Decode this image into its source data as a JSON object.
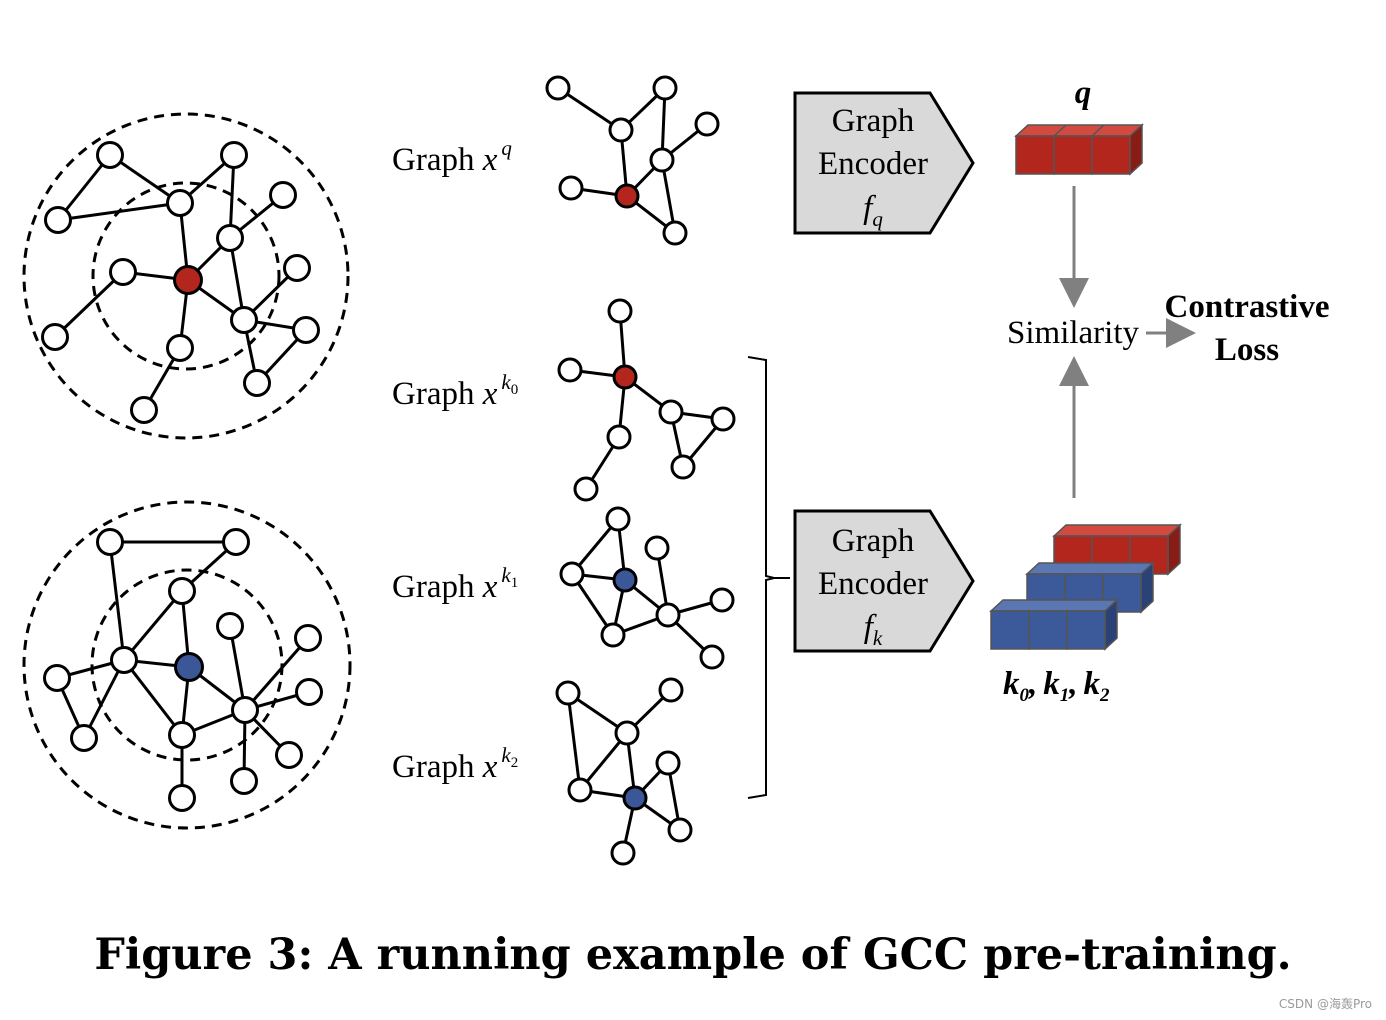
{
  "colors": {
    "query_node": "#b3261e",
    "key_node": "#3b5797",
    "query_embed": "#b3261e",
    "key_embed": "#3c5a9a",
    "encoder_fill": "#d9d9d9",
    "arrow": "#808080"
  },
  "graph_labels": {
    "prefix": "Graph",
    "var": "x",
    "q_sup": "q",
    "k_sup": "k",
    "k0_sub": "0",
    "k1_sub": "1",
    "k2_sub": "2"
  },
  "encoder_q": {
    "line1": "Graph",
    "line2": "Encoder",
    "func": "f",
    "sub": "q"
  },
  "encoder_k": {
    "line1": "Graph",
    "line2": "Encoder",
    "func": "f",
    "sub": "k"
  },
  "q_label": "q",
  "k_label": {
    "k": "k",
    "sep": ",",
    "s0": "0",
    "s1": "1",
    "s2": "2"
  },
  "similarity": "Similarity",
  "loss_line1": "Contrastive",
  "loss_line2": "Loss",
  "caption": "Figure 3: A running example of GCC pre-training.",
  "watermark": "CSDN @海轰Pro"
}
